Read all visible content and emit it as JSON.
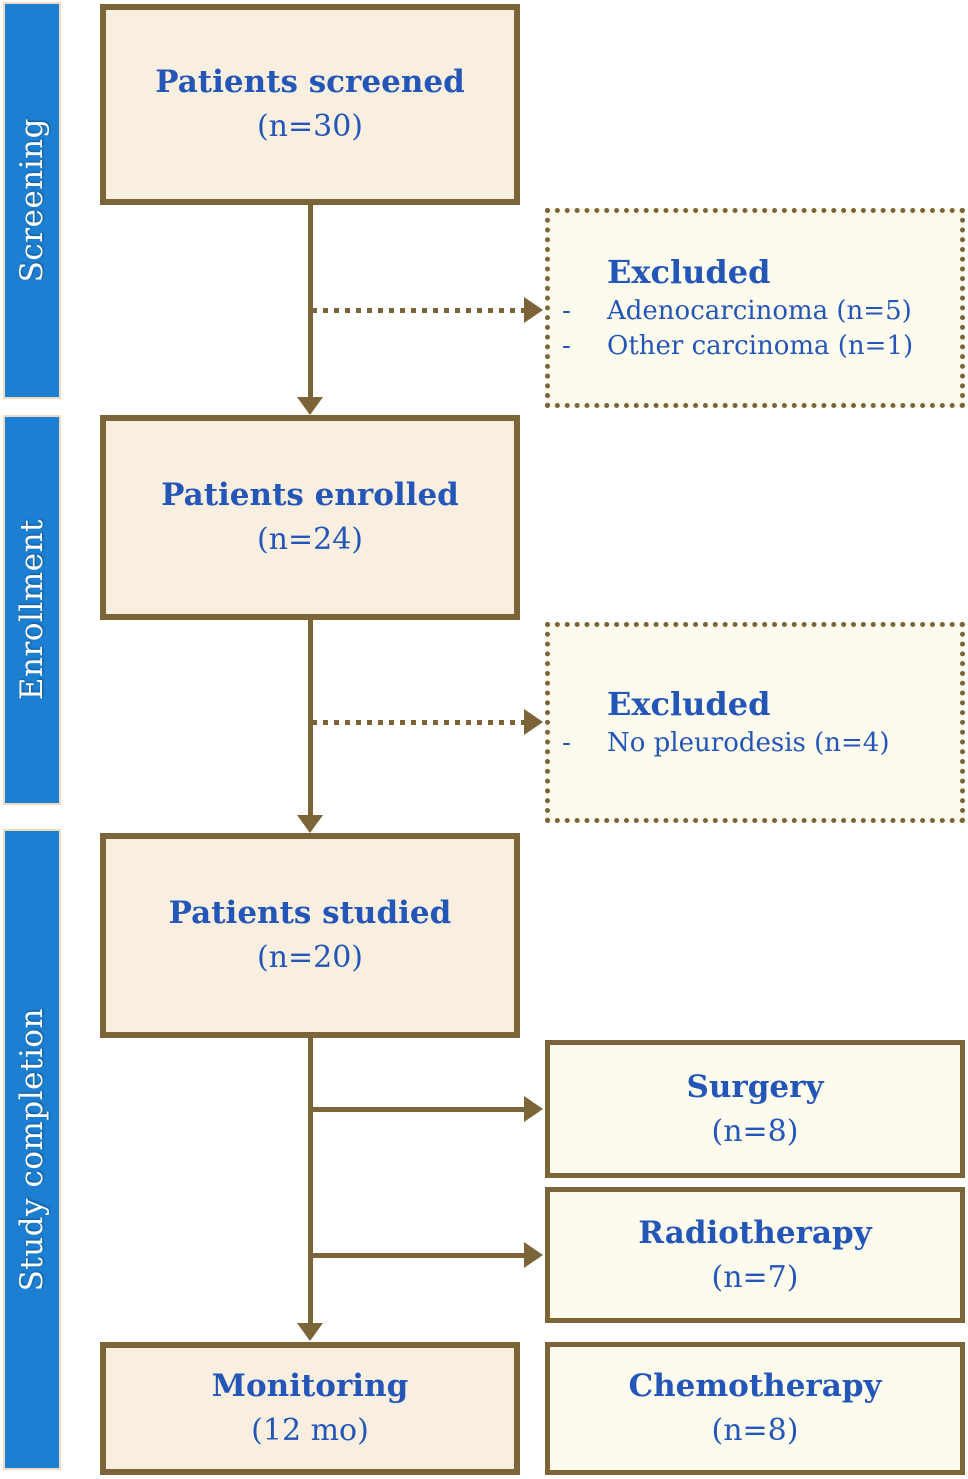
{
  "colors": {
    "brown": "#7a6438",
    "main_box_fill": "#f9efe0",
    "light_box_fill": "#fdfbee",
    "bar_blue": "#1d7fd2",
    "bar_outline": "#f0ddc0",
    "text_blue": "#2456b8"
  },
  "sidebar": {
    "phases": [
      {
        "label": "Screening"
      },
      {
        "label": "Enrollment"
      },
      {
        "label": "Study completion"
      }
    ]
  },
  "flow": {
    "screened": {
      "title": "Patients screened",
      "count": "(n=30)"
    },
    "enrolled": {
      "title": "Patients enrolled",
      "count": "(n=24)"
    },
    "studied": {
      "title": "Patients studied",
      "count": "(n=20)"
    },
    "monitoring": {
      "title": "Monitoring",
      "count": "(12 mo)"
    }
  },
  "excluded": [
    {
      "title": "Excluded",
      "items": [
        {
          "bullet": "-",
          "text": "Adenocarcinoma (n=5)"
        },
        {
          "bullet": "-",
          "text": "Other carcinoma (n=1)"
        }
      ]
    },
    {
      "title": "Excluded",
      "items": [
        {
          "bullet": "-",
          "text": "No pleurodesis (n=4)"
        }
      ]
    }
  ],
  "treatments": [
    {
      "title": "Surgery",
      "count": "(n=8)"
    },
    {
      "title": "Radiotherapy",
      "count": "(n=7)"
    },
    {
      "title": "Chemotherapy",
      "count": "(n=8)"
    }
  ]
}
